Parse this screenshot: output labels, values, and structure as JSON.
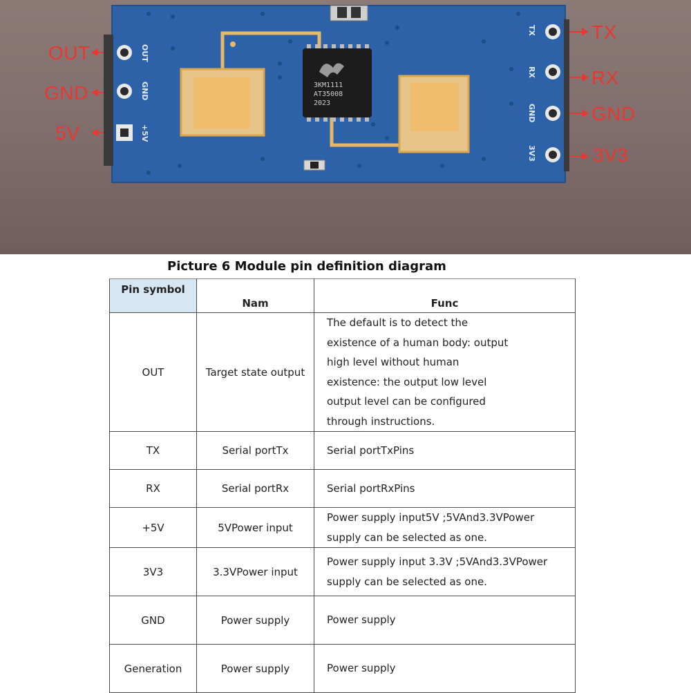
{
  "photo": {
    "left_pins": [
      {
        "label": "OUT",
        "silk": "OUT"
      },
      {
        "label": "GND",
        "silk": "GND"
      },
      {
        "label": "5V",
        "silk": "+5V"
      }
    ],
    "right_pins": [
      {
        "label": "TX",
        "silk": "TX"
      },
      {
        "label": "RX",
        "silk": "RX"
      },
      {
        "label": "GND",
        "silk": "GND"
      },
      {
        "label": "3V3",
        "silk": "3V3"
      }
    ],
    "chip_lines": [
      "3KM1111",
      "AT35008",
      "2023"
    ],
    "colors": {
      "board": "#2d62a8",
      "pin_label": "#e53935",
      "antenna": "#e8b86a",
      "header_bg": "#d6e6f2"
    }
  },
  "caption": "Picture 6 Module pin definition diagram",
  "table": {
    "headers": {
      "pin": "Pin symbol",
      "nam": "Nam",
      "func": "Func"
    },
    "rows": [
      {
        "pin": "OUT",
        "nam": "Target state output",
        "func": [
          "The default is to detect the",
          "existence of a human body: output",
          "high level without human",
          "existence: the output low level",
          "output level can be configured",
          "through instructions."
        ]
      },
      {
        "pin": "TX",
        "nam": "Serial portTx",
        "func": [
          "Serial portTxPins"
        ]
      },
      {
        "pin": "RX",
        "nam": "Serial portRx",
        "func": [
          "Serial portRxPins"
        ]
      },
      {
        "pin": "+5V",
        "nam": "5VPower input",
        "func": [
          "Power supply input5V ;5VAnd3.3VPower",
          "supply can be selected as one."
        ]
      },
      {
        "pin": "3V3",
        "nam": "3.3VPower input",
        "func": [
          "Power supply input 3.3V ;5VAnd3.3VPower",
          "supply can be selected as one."
        ]
      },
      {
        "pin": "GND",
        "nam": "Power supply",
        "func": [
          "Power supply"
        ]
      },
      {
        "pin": "Generation",
        "nam": "Power supply",
        "func": [
          "Power supply"
        ]
      }
    ]
  }
}
